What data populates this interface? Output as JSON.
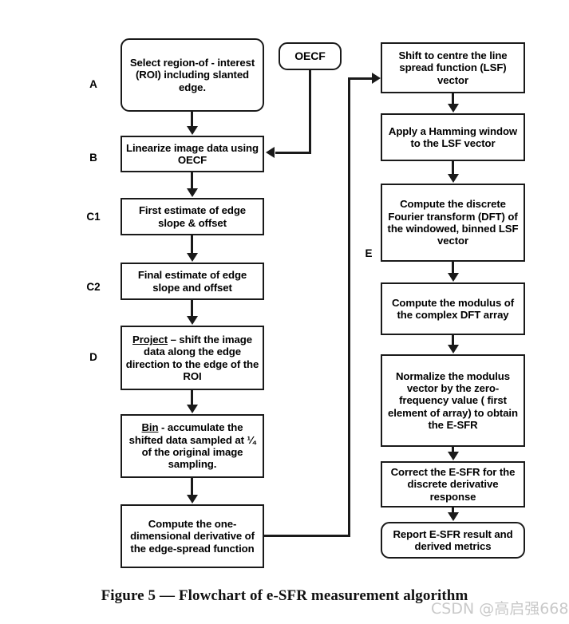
{
  "figure": {
    "caption": "Figure 5 — Flowchart of e-SFR measurement algorithm",
    "watermark": "CSDN @高启强668"
  },
  "stages": [
    {
      "id": "A",
      "label": "A"
    },
    {
      "id": "B",
      "label": "B"
    },
    {
      "id": "C1",
      "label": "C1"
    },
    {
      "id": "C2",
      "label": "C2"
    },
    {
      "id": "D",
      "label": "D"
    },
    {
      "id": "E",
      "label": "E"
    }
  ],
  "left_column": [
    {
      "id": "select-roi",
      "shape": "rounded",
      "text": "Select region-of - interest (ROI) including slanted edge."
    },
    {
      "id": "linearize",
      "shape": "rect",
      "text": "Linearize image data using OECF"
    },
    {
      "id": "first-est",
      "shape": "rect",
      "text": "First estimate of edge slope & offset"
    },
    {
      "id": "final-est",
      "shape": "rect",
      "text": "Final estimate of edge slope and offset"
    },
    {
      "id": "project",
      "shape": "rect",
      "underline": "Project",
      "rest": " – shift the image data along the edge direction to the edge of the ROI"
    },
    {
      "id": "bin",
      "shape": "rect",
      "underline": "Bin",
      "rest": " - accumulate the shifted data sampled at ¼ of the original image sampling."
    },
    {
      "id": "derivative",
      "shape": "rect",
      "text": "Compute the one-dimensional derivative of the edge-spread function"
    }
  ],
  "oecf_box": {
    "id": "oecf",
    "shape": "rounded",
    "text": "OECF"
  },
  "right_column": [
    {
      "id": "shift-centre",
      "shape": "rect",
      "text": "Shift to centre the line spread function (LSF) vector"
    },
    {
      "id": "hamming",
      "shape": "rect",
      "text": "Apply a Hamming window to the LSF vector"
    },
    {
      "id": "dft",
      "shape": "rect",
      "text": "Compute the discrete Fourier transform (DFT) of the windowed, binned LSF vector"
    },
    {
      "id": "modulus",
      "shape": "rect",
      "text": "Compute the modulus of the complex DFT array"
    },
    {
      "id": "normalize",
      "shape": "rect",
      "text": "Normalize the modulus vector by the zero-frequency value ( first element of array) to obtain the E-SFR"
    },
    {
      "id": "correct",
      "shape": "rect",
      "text": "Correct the E-SFR for the discrete derivative response"
    },
    {
      "id": "report",
      "shape": "rounded",
      "text": "Report E-SFR result and derived metrics"
    }
  ],
  "colors": {
    "stroke": "#1a1a1a",
    "background": "#ffffff",
    "text": "#000000",
    "watermark": "#c9c9c9"
  }
}
